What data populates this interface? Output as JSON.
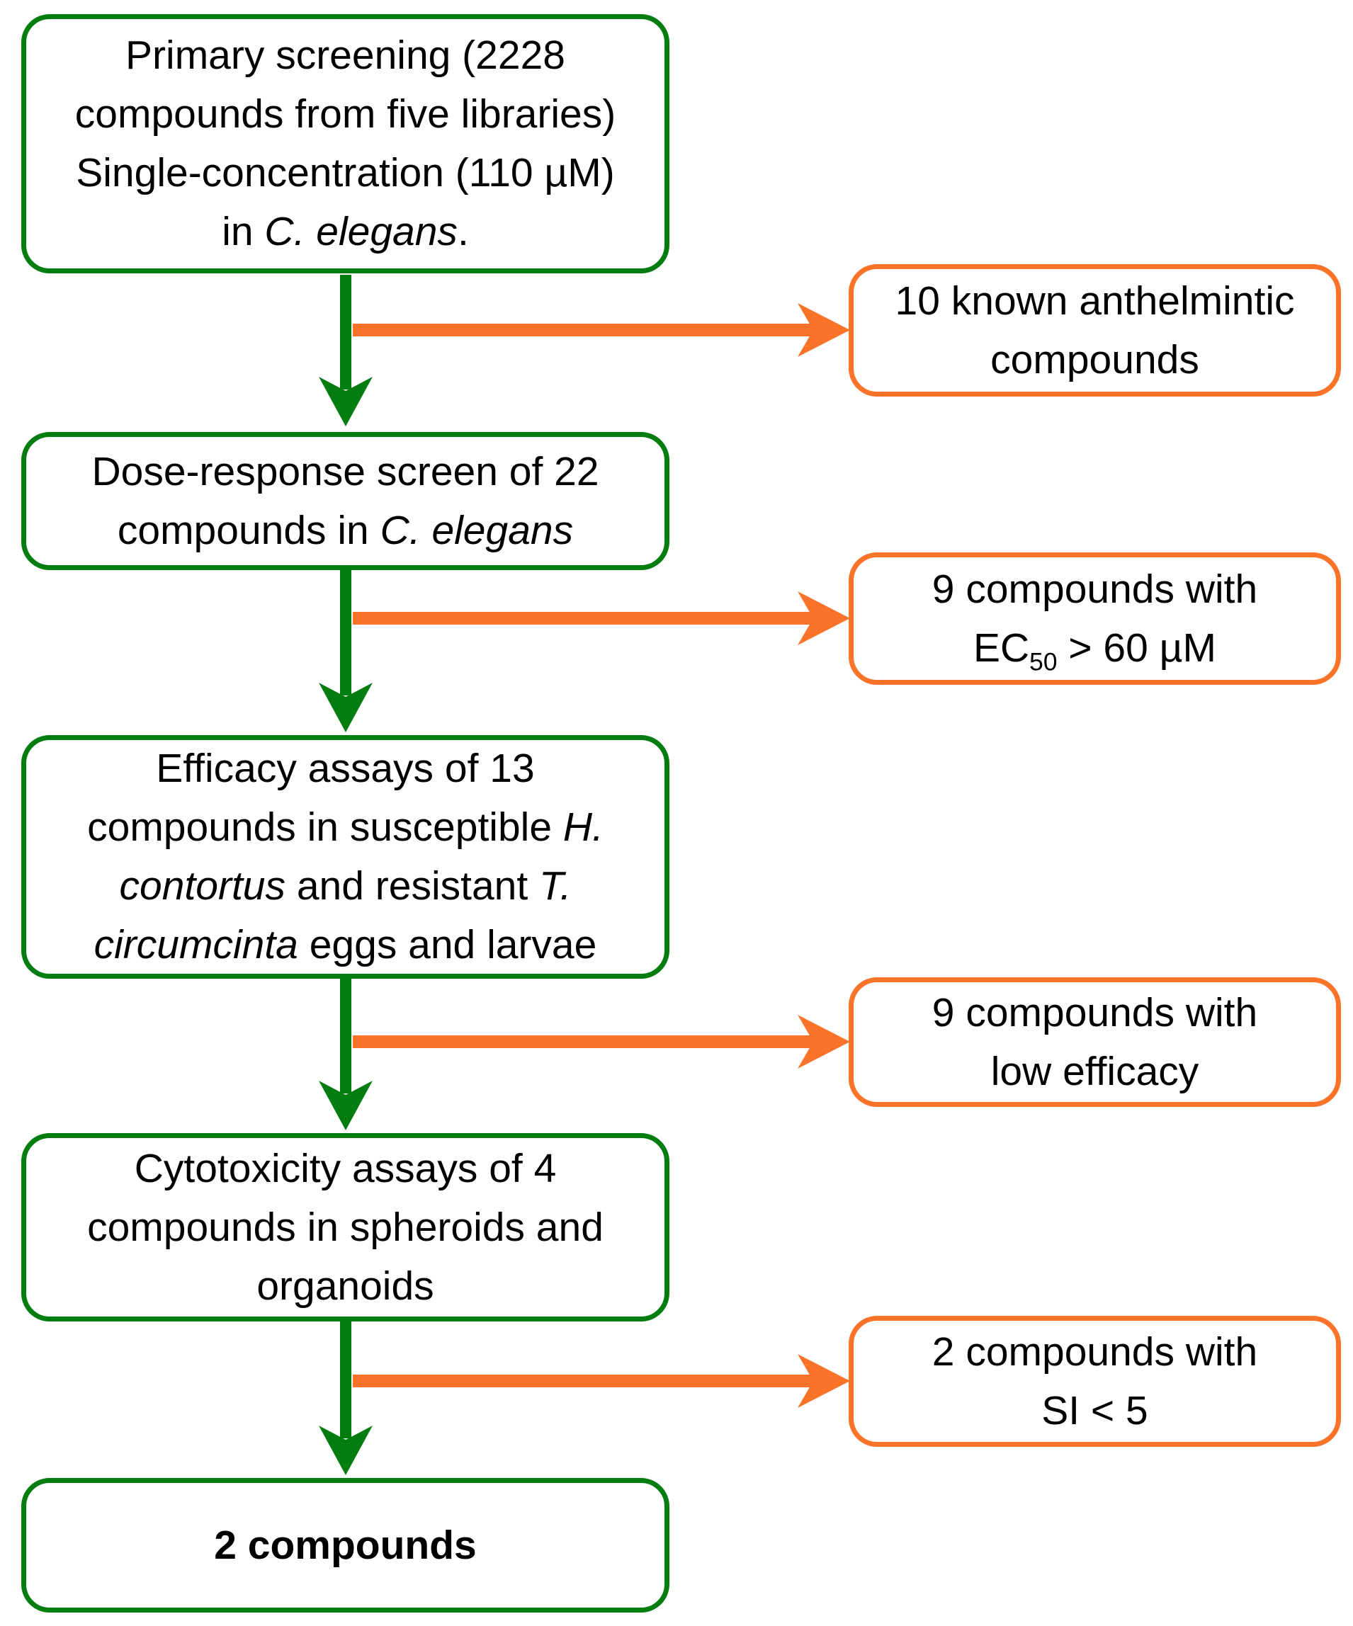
{
  "colors": {
    "green": "#047D10",
    "orange": "#FB7328",
    "text": "#000000",
    "background": "#FFFFFF"
  },
  "main_flow": [
    {
      "id": "primary-screening",
      "lines": [
        [
          {
            "text": "Primary screening (2228",
            "style": "normal"
          }
        ],
        [
          {
            "text": "compounds from five libraries)",
            "style": "normal"
          }
        ],
        [
          {
            "text": "Single-concentration (110 µM)",
            "style": "normal"
          }
        ],
        [
          {
            "text": "in ",
            "style": "normal"
          },
          {
            "text": "C. elegans",
            "style": "italic"
          },
          {
            "text": ".",
            "style": "normal"
          }
        ]
      ]
    },
    {
      "id": "dose-response-screen",
      "lines": [
        [
          {
            "text": "Dose-response screen of 22",
            "style": "normal"
          }
        ],
        [
          {
            "text": "compounds in ",
            "style": "normal"
          },
          {
            "text": "C. elegans",
            "style": "italic"
          }
        ]
      ]
    },
    {
      "id": "efficacy-assays",
      "lines": [
        [
          {
            "text": "Efficacy assays of 13",
            "style": "normal"
          }
        ],
        [
          {
            "text": "compounds in susceptible ",
            "style": "normal"
          },
          {
            "text": "H.",
            "style": "italic"
          }
        ],
        [
          {
            "text": "contortus",
            "style": "italic"
          },
          {
            "text": " and resistant ",
            "style": "normal"
          },
          {
            "text": "T.",
            "style": "italic"
          }
        ],
        [
          {
            "text": "circumcinta",
            "style": "italic"
          },
          {
            "text": " eggs and larvae",
            "style": "normal"
          }
        ]
      ]
    },
    {
      "id": "cytotoxicity-assays",
      "lines": [
        [
          {
            "text": "Cytotoxicity assays of 4",
            "style": "normal"
          }
        ],
        [
          {
            "text": "compounds in spheroids and",
            "style": "normal"
          }
        ],
        [
          {
            "text": "organoids",
            "style": "normal"
          }
        ]
      ]
    },
    {
      "id": "final-result",
      "lines": [
        [
          {
            "text": "2 compounds",
            "style": "bold"
          }
        ]
      ]
    }
  ],
  "exclusions": [
    {
      "id": "known-anthelmintics",
      "lines": [
        [
          {
            "text": "10 known anthelmintic",
            "style": "normal"
          }
        ],
        [
          {
            "text": "compounds",
            "style": "normal"
          }
        ]
      ]
    },
    {
      "id": "high-ec50",
      "lines": [
        [
          {
            "text": "9 compounds with",
            "style": "normal"
          }
        ],
        [
          {
            "text": "EC",
            "style": "normal"
          },
          {
            "text": "50",
            "style": "subscript"
          },
          {
            "text": " > 60 µM",
            "style": "normal"
          }
        ]
      ]
    },
    {
      "id": "low-efficacy",
      "lines": [
        [
          {
            "text": "9 compounds with",
            "style": "normal"
          }
        ],
        [
          {
            "text": "low efficacy",
            "style": "normal"
          }
        ]
      ]
    },
    {
      "id": "low-selectivity",
      "lines": [
        [
          {
            "text": "2 compounds with",
            "style": "normal"
          }
        ],
        [
          {
            "text": "SI < 5",
            "style": "normal"
          }
        ]
      ]
    }
  ]
}
